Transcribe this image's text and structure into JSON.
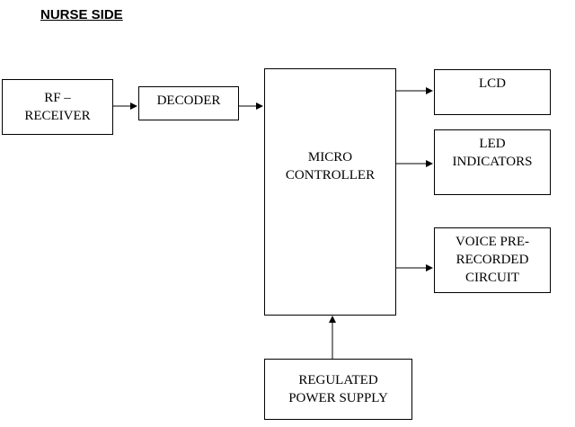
{
  "title": "NURSE SIDE",
  "blocks": {
    "rf_receiver": [
      "RF –",
      "RECEIVER"
    ],
    "decoder": [
      "DECODER"
    ],
    "microcontroller": [
      "MICRO",
      "CONTROLLER"
    ],
    "lcd": [
      "LCD"
    ],
    "led_indicators": [
      "LED",
      "INDICATORS"
    ],
    "voice_circuit": [
      "VOICE PRE-",
      "RECORDED",
      "CIRCUIT"
    ],
    "power_supply": [
      "REGULATED",
      "POWER SUPPLY"
    ]
  },
  "colors": {
    "line": "#000000",
    "background": "#ffffff"
  }
}
